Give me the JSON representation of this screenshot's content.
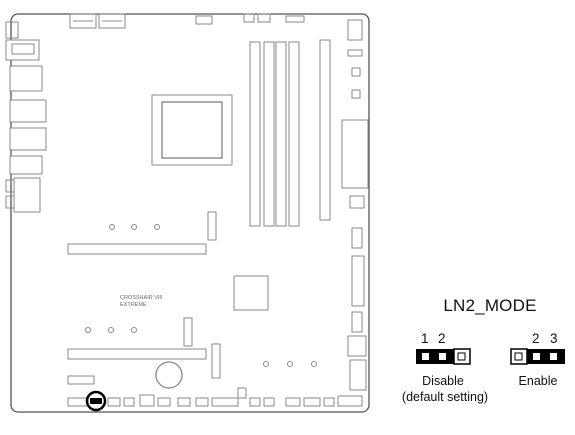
{
  "board": {
    "silkscreen_line1": "CROSSHAIR VIII",
    "silkscreen_line2": "EXTREME"
  },
  "jumper": {
    "title": "LN2_MODE",
    "disable": {
      "pins": [
        "1",
        "2"
      ],
      "label": "Disable",
      "note": "(default setting)"
    },
    "enable": {
      "pins": [
        "2",
        "3"
      ],
      "label": "Enable"
    }
  },
  "colors": {
    "outline": "#4a4a4a",
    "board_stroke": "#8a8a8a",
    "jumper_fill": "#000000",
    "highlight_circle": "#000000"
  }
}
